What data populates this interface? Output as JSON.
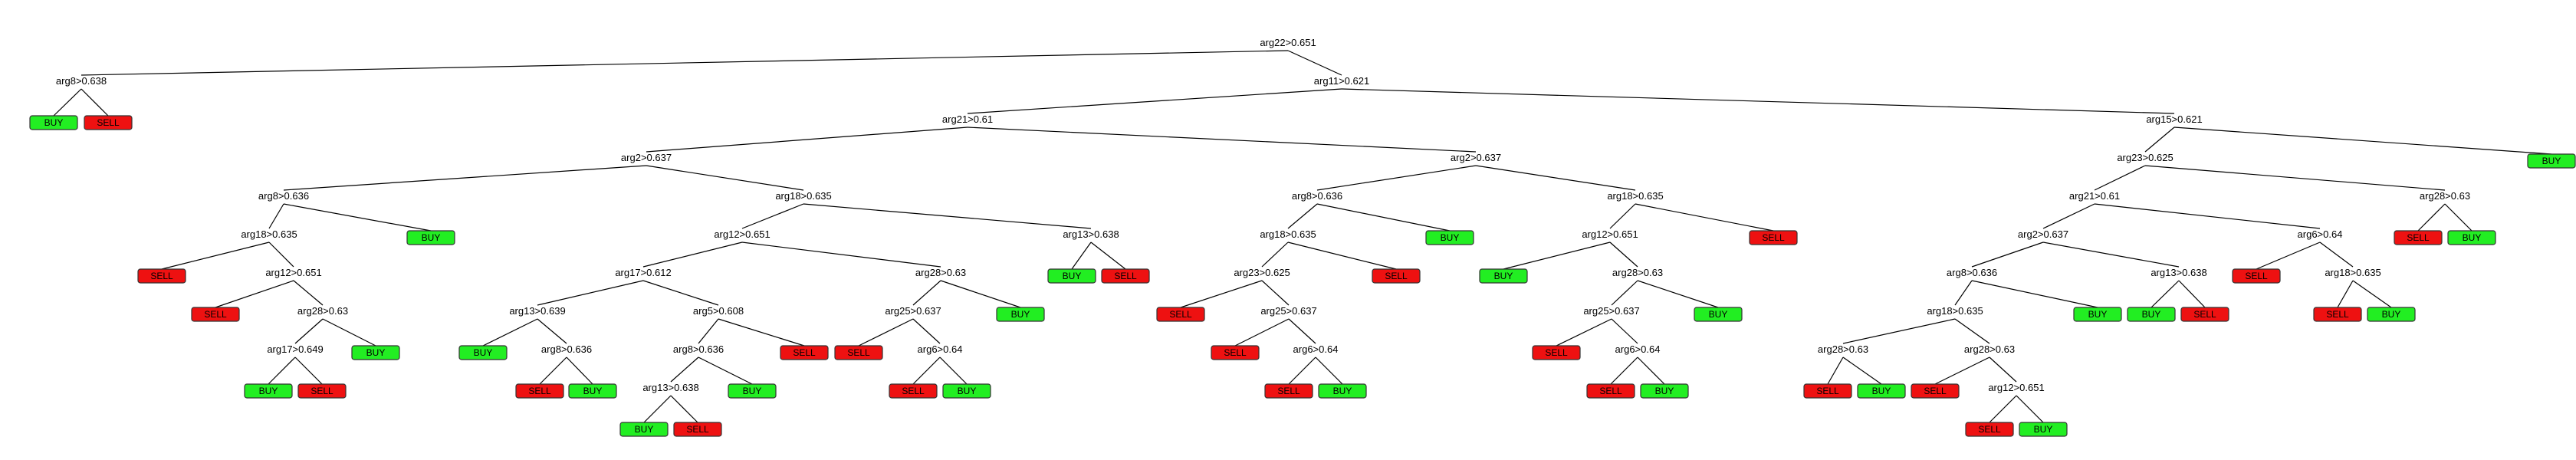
{
  "colors": {
    "BUY": "#22ee22",
    "SELL": "#ee1111"
  },
  "nodes": [
    {
      "id": 0,
      "label": "arg22>0.651",
      "parent": null
    },
    {
      "id": 1,
      "label": "arg8>0.638",
      "parent": 0
    },
    {
      "id": 2,
      "label": "BUY",
      "parent": 1,
      "leaf": true
    },
    {
      "id": 3,
      "label": "SELL",
      "parent": 1,
      "leaf": true
    },
    {
      "id": 4,
      "label": "arg11>0.621",
      "parent": 0
    },
    {
      "id": 5,
      "label": "arg21>0.61",
      "parent": 4
    },
    {
      "id": 6,
      "label": "arg2>0.637",
      "parent": 5
    },
    {
      "id": 7,
      "label": "arg8>0.636",
      "parent": 6
    },
    {
      "id": 8,
      "label": "arg18>0.635",
      "parent": 7
    },
    {
      "id": 9,
      "label": "SELL",
      "parent": 8,
      "leaf": true
    },
    {
      "id": 10,
      "label": "arg12>0.651",
      "parent": 8
    },
    {
      "id": 11,
      "label": "SELL",
      "parent": 10,
      "leaf": true
    },
    {
      "id": 12,
      "label": "arg28>0.63",
      "parent": 10
    },
    {
      "id": 13,
      "label": "arg17>0.649",
      "parent": 12
    },
    {
      "id": 14,
      "label": "BUY",
      "parent": 13,
      "leaf": true
    },
    {
      "id": 15,
      "label": "SELL",
      "parent": 13,
      "leaf": true
    },
    {
      "id": 16,
      "label": "BUY",
      "parent": 12,
      "leaf": true
    },
    {
      "id": 17,
      "label": "BUY",
      "parent": 7,
      "leaf": true
    },
    {
      "id": 18,
      "label": "arg18>0.635",
      "parent": 6
    },
    {
      "id": 19,
      "label": "arg12>0.651",
      "parent": 18
    },
    {
      "id": 20,
      "label": "arg17>0.612",
      "parent": 19
    },
    {
      "id": 21,
      "label": "arg13>0.639",
      "parent": 20
    },
    {
      "id": 22,
      "label": "BUY",
      "parent": 21,
      "leaf": true
    },
    {
      "id": 23,
      "label": "arg8>0.636",
      "parent": 21
    },
    {
      "id": 24,
      "label": "SELL",
      "parent": 23,
      "leaf": true
    },
    {
      "id": 25,
      "label": "BUY",
      "parent": 23,
      "leaf": true
    },
    {
      "id": 26,
      "label": "arg5>0.608",
      "parent": 20
    },
    {
      "id": 27,
      "label": "arg8>0.636",
      "parent": 26
    },
    {
      "id": 28,
      "label": "arg13>0.638",
      "parent": 27
    },
    {
      "id": 29,
      "label": "BUY",
      "parent": 28,
      "leaf": true
    },
    {
      "id": 30,
      "label": "SELL",
      "parent": 28,
      "leaf": true
    },
    {
      "id": 31,
      "label": "BUY",
      "parent": 27,
      "leaf": true
    },
    {
      "id": 32,
      "label": "SELL",
      "parent": 26,
      "leaf": true
    },
    {
      "id": 33,
      "label": "arg28>0.63",
      "parent": 19
    },
    {
      "id": 34,
      "label": "arg25>0.637",
      "parent": 33
    },
    {
      "id": 35,
      "label": "SELL",
      "parent": 34,
      "leaf": true
    },
    {
      "id": 36,
      "label": "arg6>0.64",
      "parent": 34
    },
    {
      "id": 37,
      "label": "SELL",
      "parent": 36,
      "leaf": true
    },
    {
      "id": 38,
      "label": "BUY",
      "parent": 36,
      "leaf": true
    },
    {
      "id": 39,
      "label": "BUY",
      "parent": 33,
      "leaf": true
    },
    {
      "id": 40,
      "label": "arg13>0.638",
      "parent": 18
    },
    {
      "id": 41,
      "label": "BUY",
      "parent": 40,
      "leaf": true
    },
    {
      "id": 42,
      "label": "SELL",
      "parent": 40,
      "leaf": true
    },
    {
      "id": 43,
      "label": "arg2>0.637",
      "parent": 5
    },
    {
      "id": 44,
      "label": "arg8>0.636",
      "parent": 43
    },
    {
      "id": 45,
      "label": "arg18>0.635",
      "parent": 44
    },
    {
      "id": 46,
      "label": "arg23>0.625",
      "parent": 45
    },
    {
      "id": 47,
      "label": "SELL",
      "parent": 46,
      "leaf": true
    },
    {
      "id": 48,
      "label": "arg25>0.637",
      "parent": 46
    },
    {
      "id": 49,
      "label": "SELL",
      "parent": 48,
      "leaf": true
    },
    {
      "id": 50,
      "label": "arg6>0.64",
      "parent": 48
    },
    {
      "id": 51,
      "label": "SELL",
      "parent": 50,
      "leaf": true
    },
    {
      "id": 52,
      "label": "BUY",
      "parent": 50,
      "leaf": true
    },
    {
      "id": 53,
      "label": "SELL",
      "parent": 45,
      "leaf": true
    },
    {
      "id": 54,
      "label": "BUY",
      "parent": 44,
      "leaf": true
    },
    {
      "id": 55,
      "label": "arg18>0.635",
      "parent": 43
    },
    {
      "id": 56,
      "label": "arg12>0.651",
      "parent": 55
    },
    {
      "id": 57,
      "label": "BUY",
      "parent": 56,
      "leaf": true
    },
    {
      "id": 58,
      "label": "arg28>0.63",
      "parent": 56
    },
    {
      "id": 59,
      "label": "arg25>0.637",
      "parent": 58
    },
    {
      "id": 60,
      "label": "SELL",
      "parent": 59,
      "leaf": true
    },
    {
      "id": 61,
      "label": "arg6>0.64",
      "parent": 59
    },
    {
      "id": 62,
      "label": "SELL",
      "parent": 61,
      "leaf": true
    },
    {
      "id": 63,
      "label": "BUY",
      "parent": 61,
      "leaf": true
    },
    {
      "id": 64,
      "label": "BUY",
      "parent": 58,
      "leaf": true
    },
    {
      "id": 65,
      "label": "SELL",
      "parent": 55,
      "leaf": true
    },
    {
      "id": 66,
      "label": "arg15>0.621",
      "parent": 4
    },
    {
      "id": 67,
      "label": "arg23>0.625",
      "parent": 66
    },
    {
      "id": 68,
      "label": "arg21>0.61",
      "parent": 67
    },
    {
      "id": 69,
      "label": "arg2>0.637",
      "parent": 68
    },
    {
      "id": 70,
      "label": "arg8>0.636",
      "parent": 69
    },
    {
      "id": 71,
      "label": "arg18>0.635",
      "parent": 70
    },
    {
      "id": 72,
      "label": "arg28>0.63",
      "parent": 71
    },
    {
      "id": 73,
      "label": "SELL",
      "parent": 72,
      "leaf": true
    },
    {
      "id": 74,
      "label": "BUY",
      "parent": 72,
      "leaf": true
    },
    {
      "id": 75,
      "label": "arg28>0.63",
      "parent": 71
    },
    {
      "id": 76,
      "label": "SELL",
      "parent": 75,
      "leaf": true
    },
    {
      "id": 77,
      "label": "arg12>0.651",
      "parent": 75
    },
    {
      "id": 78,
      "label": "SELL",
      "parent": 77,
      "leaf": true
    },
    {
      "id": 79,
      "label": "BUY",
      "parent": 77,
      "leaf": true
    },
    {
      "id": 80,
      "label": "BUY",
      "parent": 70,
      "leaf": true
    },
    {
      "id": 81,
      "label": "arg13>0.638",
      "parent": 69
    },
    {
      "id": 82,
      "label": "BUY",
      "parent": 81,
      "leaf": true
    },
    {
      "id": 83,
      "label": "SELL",
      "parent": 81,
      "leaf": true
    },
    {
      "id": 84,
      "label": "arg6>0.64",
      "parent": 68
    },
    {
      "id": 85,
      "label": "SELL",
      "parent": 84,
      "leaf": true
    },
    {
      "id": 86,
      "label": "arg18>0.635",
      "parent": 84
    },
    {
      "id": 87,
      "label": "SELL",
      "parent": 86,
      "leaf": true
    },
    {
      "id": 88,
      "label": "BUY",
      "parent": 86,
      "leaf": true
    },
    {
      "id": 89,
      "label": "arg28>0.63",
      "parent": 67
    },
    {
      "id": 90,
      "label": "SELL",
      "parent": 89,
      "leaf": true
    },
    {
      "id": 91,
      "label": "BUY",
      "parent": 89,
      "leaf": true
    },
    {
      "id": 92,
      "label": "BUY",
      "parent": 66,
      "leaf": true
    }
  ]
}
